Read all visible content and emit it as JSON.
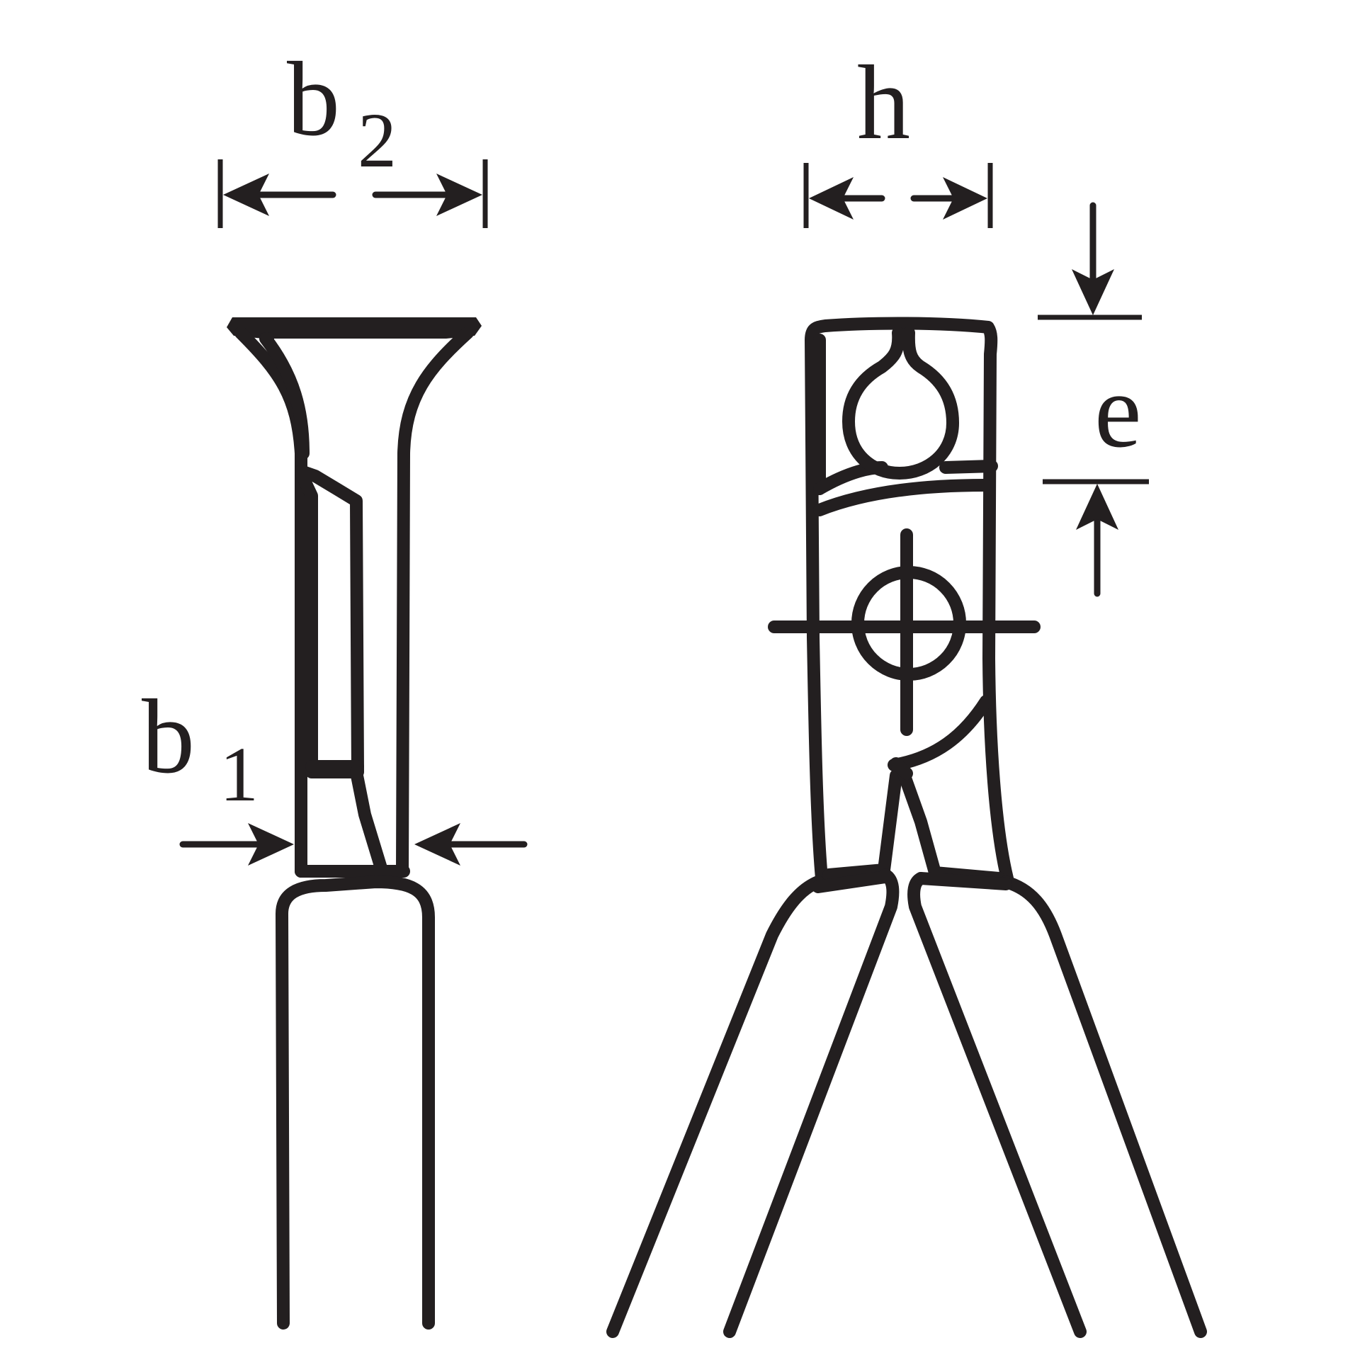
{
  "labels": {
    "b2_main": "b",
    "b2_sub": "2",
    "b1_main": "b",
    "b1_sub": "1",
    "h": "h",
    "e": "e"
  },
  "colors": {
    "ink": "#231f20",
    "background": "#ffffff"
  }
}
